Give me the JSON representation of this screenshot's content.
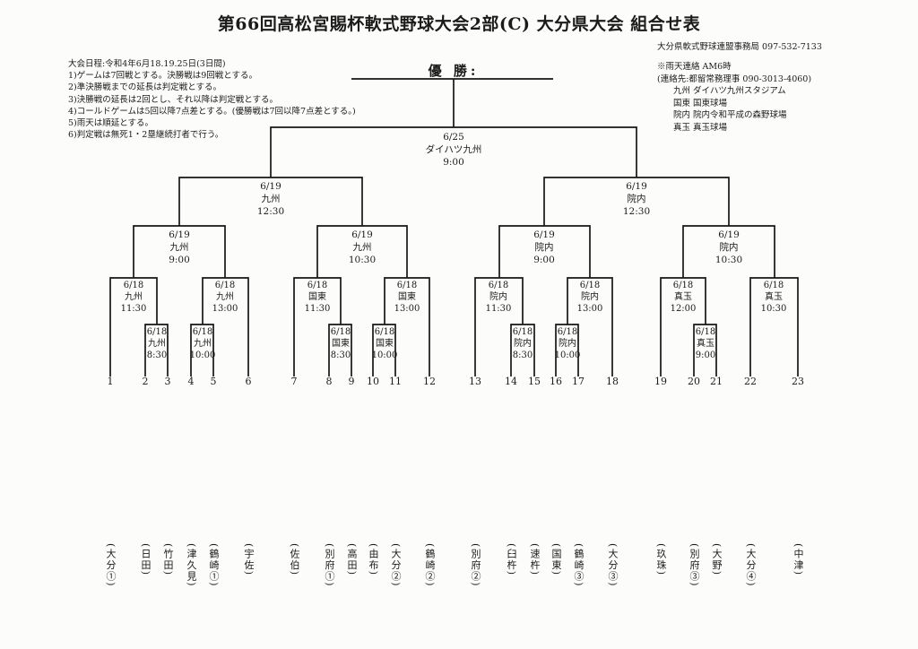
{
  "title": "第66回高松宮賜杯軟式野球大会2部(C) 大分県大会 組合せ表",
  "header": {
    "office_contact": "大分県軟式野球連盟事務局 097-532-7133"
  },
  "notes": {
    "schedule": "大会日程:令和4年6月18.19.25日(3日間)",
    "rules": [
      "1)ゲームは7回戦とする。決勝戦は9回戦とする。",
      "2)準決勝戦までの延長は判定戦とする。",
      "3)決勝戦の延長は2回とし、それ以降は判定戦とする。",
      "4)コールドゲームは5回以降7点差とする。(優勝戦は7回以降7点差とする。)",
      "5)雨天は順延とする。",
      "6)判定戦は無死1・2塁継続打者で行う。"
    ],
    "rain_contact": "※雨天連絡 AM6時",
    "rain_phone": "(連絡先:都留常務理事 090-3013-4060)",
    "venues": [
      "九州 ダイハツ九州スタジアム",
      "国東 国東球場",
      "院内 院内令和平成の森野球場",
      "真玉 真玉球場"
    ]
  },
  "bracket": {
    "champion_label": "優 勝:",
    "final": {
      "date": "6/25",
      "venue": "ダイハツ九州",
      "time": "9:00"
    },
    "semifinals": [
      {
        "date": "6/19",
        "venue": "九州",
        "time": "12:30"
      },
      {
        "date": "6/19",
        "venue": "院内",
        "time": "12:30"
      }
    ],
    "quarterfinals": [
      {
        "date": "6/19",
        "venue": "九州",
        "time": "9:00"
      },
      {
        "date": "6/19",
        "venue": "九州",
        "time": "10:30"
      },
      {
        "date": "6/19",
        "venue": "院内",
        "time": "9:00"
      },
      {
        "date": "6/19",
        "venue": "院内",
        "time": "10:30"
      }
    ],
    "round2": [
      {
        "date": "6/18",
        "venue": "九州",
        "time": "11:30"
      },
      {
        "date": "6/18",
        "venue": "九州",
        "time": "13:00"
      },
      {
        "date": "6/18",
        "venue": "国東",
        "time": "11:30"
      },
      {
        "date": "6/18",
        "venue": "国東",
        "time": "13:00"
      },
      {
        "date": "6/18",
        "venue": "院内",
        "time": "11:30"
      },
      {
        "date": "6/18",
        "venue": "院内",
        "time": "13:00"
      },
      {
        "date": "6/18",
        "venue": "真玉",
        "time": "12:00"
      },
      {
        "date": "6/18",
        "venue": "真玉",
        "time": "10:30"
      }
    ],
    "round1": [
      {
        "date": "6/18",
        "venue": "九州",
        "time": "8:30"
      },
      {
        "date": "6/18",
        "venue": "九州",
        "time": "10:00"
      },
      {
        "date": "6/18",
        "venue": "国東",
        "time": "8:30"
      },
      {
        "date": "6/18",
        "venue": "国東",
        "time": "10:00"
      },
      {
        "date": "6/18",
        "venue": "院内",
        "time": "8:30"
      },
      {
        "date": "6/18",
        "venue": "院内",
        "time": "10:00"
      },
      {
        "date": "6/18",
        "venue": "真玉",
        "time": "9:00"
      }
    ],
    "seeds": [
      "1",
      "2",
      "3",
      "4",
      "5",
      "6",
      "7",
      "8",
      "9",
      "10",
      "11",
      "12",
      "13",
      "14",
      "15",
      "16",
      "17",
      "18",
      "19",
      "20",
      "21",
      "22",
      "23"
    ],
    "teams": [
      "(大分①)",
      "(日田)",
      "(竹田)",
      "(津久見)",
      "(鶴崎①)",
      "(宇佐)",
      "(佐伯)",
      "(別府①)",
      "(高田)",
      "(由布)",
      "(大分②)",
      "(鶴崎②)",
      "(別府②)",
      "(臼杵)",
      "(速杵)",
      "(国東)",
      "(鶴崎③)",
      "(大分③)",
      "(玖珠)",
      "(別府③)",
      "(大野)",
      "(大分④)",
      "(中津)"
    ]
  }
}
